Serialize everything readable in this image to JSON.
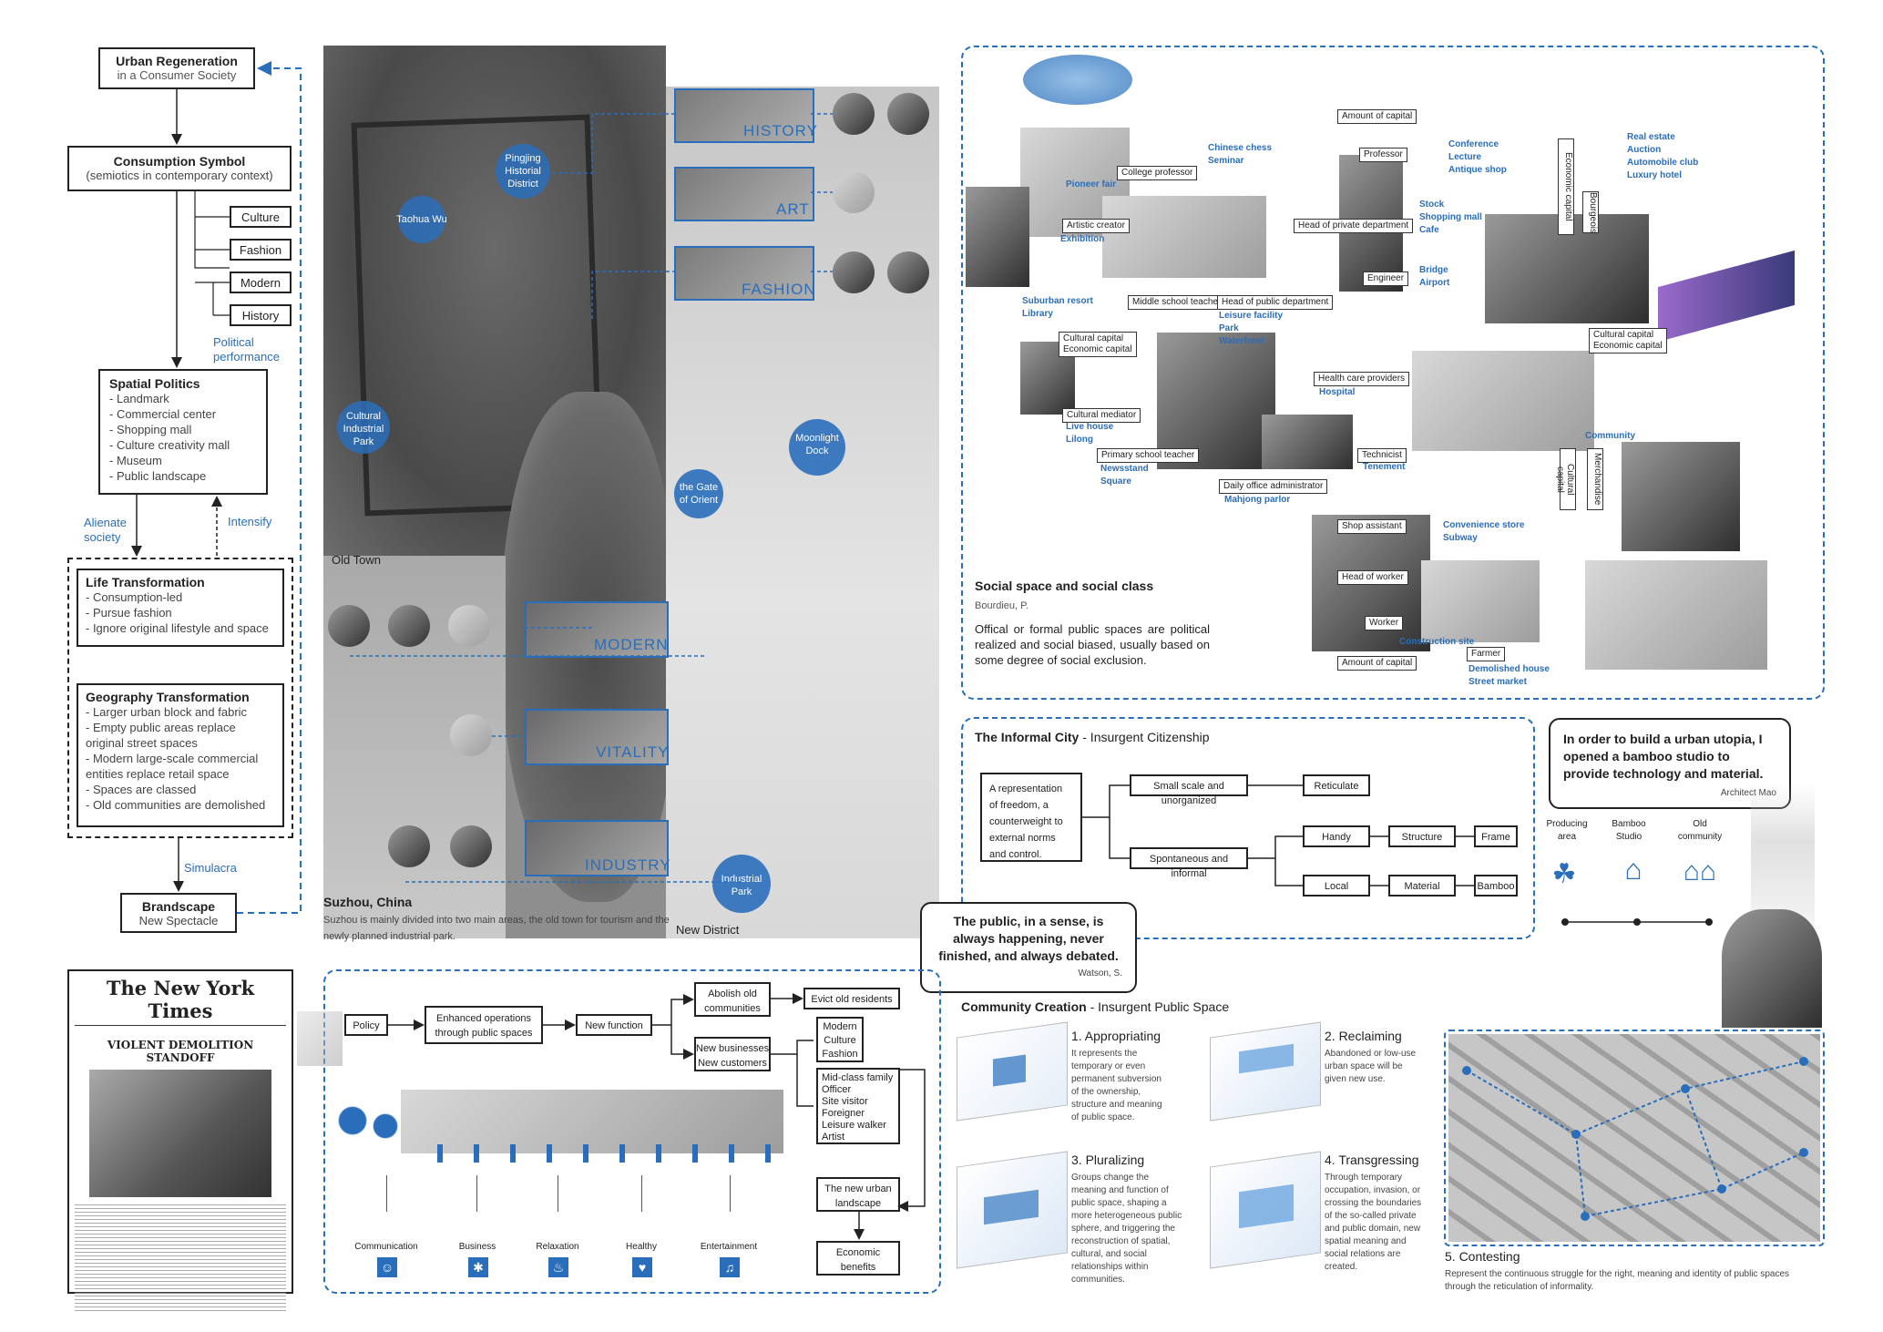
{
  "flow": {
    "urban_regen": "Urban Regeneration",
    "urban_regen_sub": "in a Consumer Society",
    "consumption": "Consumption Symbol",
    "consumption_sub": "(semiotics in contemporary context)",
    "tags": [
      "Culture",
      "Fashion",
      "Modern",
      "History"
    ],
    "political": "Political\nperformance",
    "spatial_title": "Spatial Politics",
    "spatial_items": [
      "- Landmark",
      "- Commercial center",
      "- Shopping mall",
      "- Culture creativity mall",
      "- Museum",
      "- Public landscape"
    ],
    "alienate": "Alienate\nsociety",
    "intensify": "Intensify",
    "life_title": "Life Transformation",
    "life_items": [
      "- Consumption-led",
      "- Pursue fashion",
      "- Ignore original lifestyle and space"
    ],
    "geo_title": "Geography Transformation",
    "geo_items": [
      "- Larger urban block and fabric",
      "- Empty public areas replace",
      "original street spaces",
      "- Modern large-scale commercial",
      "entities replace retail space",
      "- Spaces are classed",
      "- Old communities are demolished"
    ],
    "simulacra": "Simulacra",
    "brandscape": "Brandscape",
    "brandscape_sub": "New Spectacle"
  },
  "map": {
    "circles": [
      "Pingjing\nHistorial\nDistrict",
      "Taohua Wu",
      "Cultural\nIndustrial\nPark",
      "Moonlight\nDock",
      "the Gate\nof Orient",
      "Industrial\nPark"
    ],
    "old_town": "Old Town",
    "new_district": "New District",
    "tags": [
      "HISTORY",
      "ART",
      "FASHION",
      "MODERN",
      "VITALITY",
      "INDUSTRY"
    ],
    "caption_title": "Suzhou, China",
    "caption_text": "Suzhou is mainly divided into two main areas, the old town for tourism and the newly planned industrial park."
  },
  "newspaper": {
    "masthead": "The New York Times",
    "headline": "VIOLENT DEMOLITION STANDOFF"
  },
  "social": {
    "classes": [
      "Amount of capital",
      "Professor",
      "College professor",
      "Artistic creator",
      "Head of private department",
      "Engineer",
      "Middle school teacher",
      "Head of public department",
      "Cultural capital\nEconomic capital",
      "Health care providers",
      "Cultural mediator",
      "Primary school teacher",
      "Daily office administrator",
      "Technicist",
      "Shop assistant",
      "Head of worker",
      "Worker",
      "Amount of capital",
      "Farmer",
      "Cultural capital\nEconomic capital"
    ],
    "places": [
      "Pioneer fair",
      "Chinese chess\nSeminar",
      "Exhibition",
      "Conference\nLecture\nAntique shop",
      "Real estate\nAuction\nAutomobile club\nLuxury hotel",
      "Stock\nShopping mall\nCafe",
      "Bridge\nAirport",
      "Suburban resort\nLibrary",
      "Leisure facility\nPark\nWaterfront",
      "Hospital",
      "Live house\nLilong",
      "Newsstand\nSquare",
      "Mahjong parlor",
      "Tenement",
      "Community",
      "Convenience store\nSubway",
      "Construction site",
      "Demolished house\nStreet market"
    ],
    "verticals": [
      "Economic capital",
      "Bourgeois",
      "Cultural capital",
      "Merchandise"
    ],
    "title": "Social space and social class",
    "author": "Bourdieu, P.",
    "text": "Offical or formal public spaces are political realized and social biased, usually based on some degree of social exclusion."
  },
  "informal": {
    "title_bold": "The Informal City",
    "title_rest": " - Insurgent Citizenship",
    "root": "A representation of freedom, a counterweight to external norms and control.",
    "n1": "Small scale  and unorganized",
    "n2": "Spontaneous and informal",
    "n3": "Reticulate",
    "n4": "Handy",
    "n5": "Local",
    "n6": "Structure",
    "n7": "Material",
    "n8": "Frame",
    "n9": "Bamboo"
  },
  "quote1": {
    "text": "In order to build a urban utopia, I opened a bamboo studio to provide technology and material.",
    "author": "Architect Mao"
  },
  "mao": {
    "labels": [
      "Producing\narea",
      "Bamboo\nStudio",
      "Old\ncommunity"
    ]
  },
  "quote2": {
    "text": "The public, in a sense, is always happening, never finished, and always debated.",
    "author": "Watson, S."
  },
  "policy": {
    "policy": "Policy",
    "enhanced": "Enhanced operations through public spaces",
    "newfunc": "New function",
    "abolish": "Abolish old communities",
    "evict": "Evict old residents",
    "newbiz": "New businesses\nNew customers",
    "mcf": "Modern\nCulture\nFashion",
    "midclass": "Mid-class family\nOfficer\nSite visitor\nForeigner\nLeisure walker\nArtist",
    "newurban": "The new urban landscape",
    "economic": "Economic benefits",
    "activities": [
      "Communication",
      "Business",
      "Relaxation",
      "Healthy",
      "Entertainment"
    ]
  },
  "community": {
    "title_bold": "Community Creation",
    "title_rest": " - Insurgent Public Space",
    "items": [
      {
        "title": "1. Appropriating",
        "text": "It represents the temporary or even permanent subversion of the ownership, structure and meaning of public space."
      },
      {
        "title": "2. Reclaiming",
        "text": "Abandoned or low-use urban space will be given new use."
      },
      {
        "title": "3. Pluralizing",
        "text": "Groups change the meaning and function of public space, shaping a more heterogeneous public sphere, and triggering the reconstruction of spatial, cultural, and social relationships within communities."
      },
      {
        "title": "4. Transgressing",
        "text": "Through temporary occupation, invasion, or crossing the boundaries of the so-called private and public domain, new spatial meaning and social relations are created."
      }
    ],
    "contest_title": "5. Contesting",
    "contest_text": "Represent the continuous struggle for the right, meaning and identity of public spaces through the reticulation of informality."
  }
}
